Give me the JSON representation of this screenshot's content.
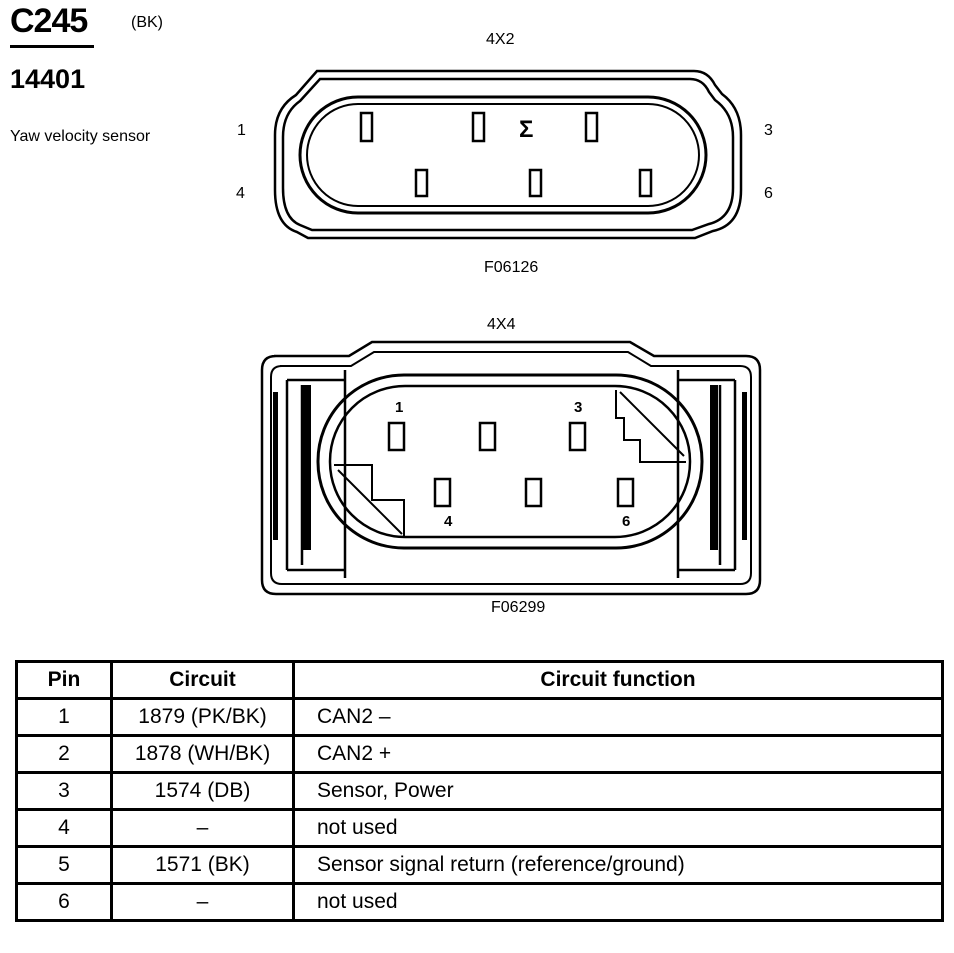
{
  "header": {
    "connector_id": "C245",
    "connector_color": "(BK)",
    "part_number": "14401",
    "component": "Yaw velocity sensor"
  },
  "view_top": {
    "size_label": "4X2",
    "figure_code": "F06126",
    "pin_labels": [
      "1",
      "3",
      "4",
      "6"
    ],
    "center_symbol": "Σ"
  },
  "view_bottom": {
    "size_label": "4X4",
    "figure_code": "F06299",
    "pin_labels": [
      "1",
      "3",
      "4",
      "6"
    ]
  },
  "table": {
    "headers": [
      "Pin",
      "Circuit",
      "Circuit function"
    ],
    "rows": [
      {
        "pin": "1",
        "circuit": "1879 (PK/BK)",
        "function": "CAN2 –"
      },
      {
        "pin": "2",
        "circuit": "1878 (WH/BK)",
        "function": "CAN2 +"
      },
      {
        "pin": "3",
        "circuit": "1574 (DB)",
        "function": "Sensor, Power"
      },
      {
        "pin": "4",
        "circuit": "–",
        "function": "not used"
      },
      {
        "pin": "5",
        "circuit": "1571 (BK)",
        "function": "Sensor signal return (reference/ground)"
      },
      {
        "pin": "6",
        "circuit": "–",
        "function": "not used"
      }
    ]
  }
}
